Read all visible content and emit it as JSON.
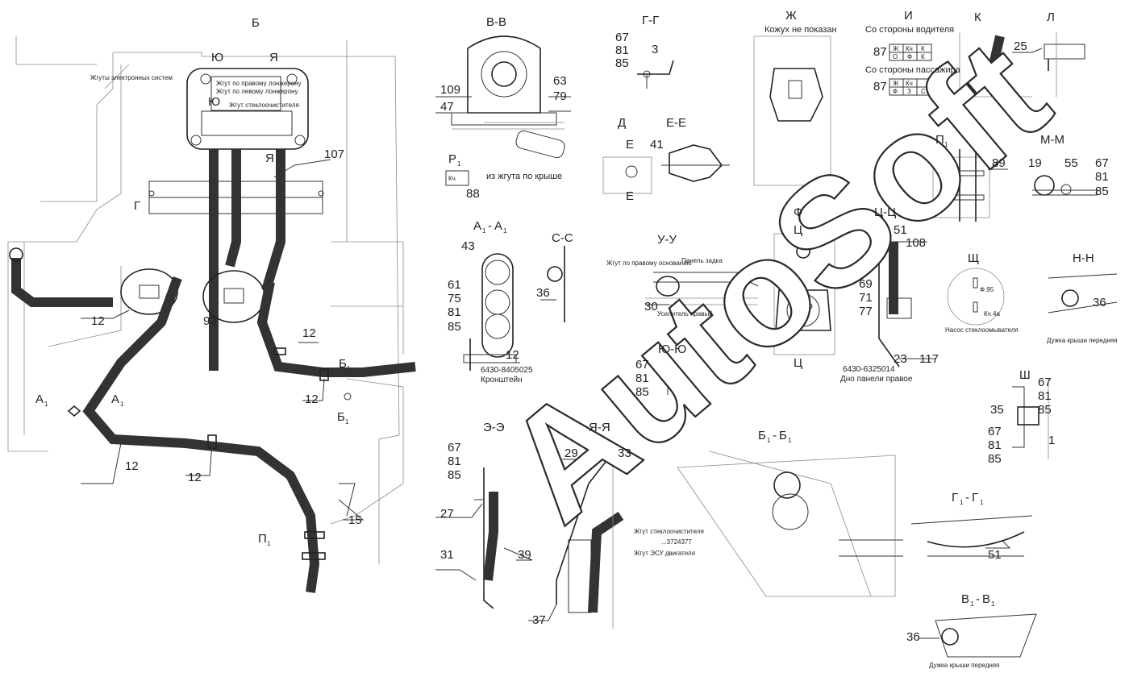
{
  "watermark": "AutoSoft",
  "views": {
    "b": "Б",
    "vv": "В-В",
    "gg": "Г-Г",
    "zh": "Ж",
    "zh_note": "Кожух не показан",
    "i": "И",
    "i_driver": "Со стороны водителя",
    "i_passenger": "Со стороны пассажира",
    "k": "К",
    "l": "Л",
    "d": "Д",
    "ee": "Е-Е",
    "e": "Е",
    "p1": "П",
    "mm": "М-М",
    "r1": "Р",
    "a1a1": "А",
    "ss": "С-С",
    "uu": "У-У",
    "f": "Ф",
    "tsts": "Ц-Ц",
    "ts": "Ц",
    "shch": "Щ",
    "nn": "Н-Н",
    "yuyu": "Ю-Ю",
    "sh": "Ш",
    "ee2": "Э-Э",
    "yaya": "Я-Я",
    "b1b1": "Б",
    "g1g1": "Г",
    "v1v1": "В",
    "sub1": "1",
    "a_mark": "А",
    "b_mark": "Б",
    "g_mark": "Г",
    "yu_mark": "Ю",
    "ya_mark": "Я"
  },
  "notes": {
    "electronic_harness": "Жгуты электронных систем",
    "right_spar": "Жгут по правому лонжерону",
    "left_spar": "Жгут по левому лонжерону",
    "wiper": "Жгут стеклоочистителя",
    "roof_harness": "из жгута по крыше",
    "bracket_part": "6430-8405025",
    "bracket": "Кронштейн",
    "right_base": "Жгут по правому основанию",
    "rear_panel": "Панель задка",
    "right_amplifier": "Усилитель правый",
    "panel_part": "6430-6325014",
    "panel_bottom": "Дно панели правое",
    "phi95": "Ф.95",
    "kch4a": "Кч.4а",
    "washer_pump": "Насос стеклоомывателя",
    "roof_arc": "Дужка крыши передняя",
    "wiper_harness": "Жгут стеклоочистителя",
    "esu_part": "...3724377",
    "esu_harness": "Жгут ЭСУ двигателя",
    "kch_label": "Кч"
  },
  "connectors": {
    "zh": "Ж",
    "kch": "Кч",
    "k": "К",
    "o": "О",
    "f": "Ф",
    "z": "З",
    "s": "С"
  },
  "callouts": {
    "c107": "107",
    "c12": "12",
    "c93": "93",
    "c15": "15",
    "c109": "109",
    "c47": "47",
    "c63": "63",
    "c79": "79",
    "c88": "88",
    "c67": "67",
    "c81": "81",
    "c85": "85",
    "c3": "3",
    "c41": "41",
    "c87": "87",
    "c25": "25",
    "c89": "89",
    "c19": "19",
    "c55": "55",
    "c43": "43",
    "c61": "61",
    "c75": "75",
    "c36": "36",
    "c30": "30",
    "c51": "51",
    "c108": "108",
    "c69": "69",
    "c71": "71",
    "c77": "77",
    "c23": "23",
    "c117": "117",
    "c35": "35",
    "c1": "1",
    "c27": "27",
    "c31": "31",
    "c39": "39",
    "c29": "29",
    "c33": "33",
    "c37": "37"
  }
}
